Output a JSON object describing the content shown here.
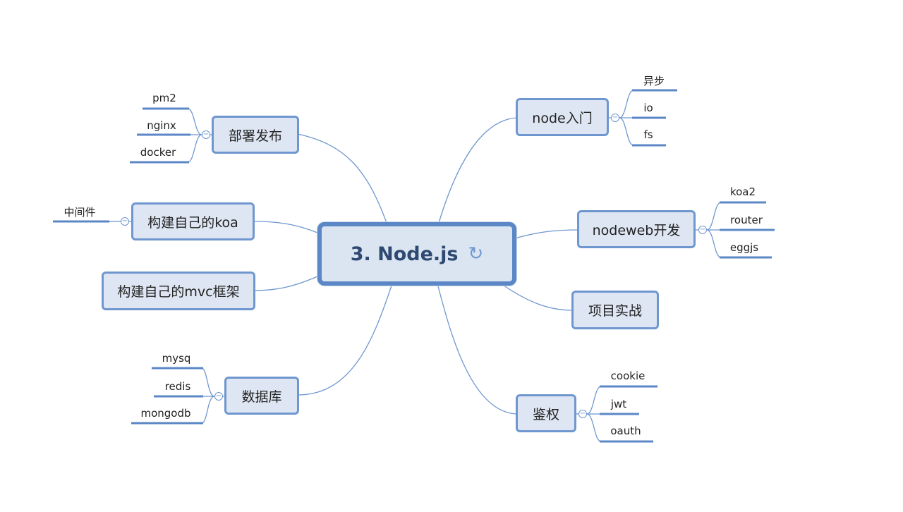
{
  "root": {
    "label": "3. Node.js",
    "icon": "refresh-icon"
  },
  "branches": {
    "deploy": {
      "label": "部署发布",
      "children": [
        "pm2",
        "nginx",
        "docker"
      ]
    },
    "koa": {
      "label": "构建自己的koa",
      "children": [
        "中间件"
      ]
    },
    "mvc": {
      "label": "构建自己的mvc框架",
      "children": []
    },
    "database": {
      "label": "数据库",
      "children": [
        "mysq",
        "redis",
        "mongodb"
      ]
    },
    "intro": {
      "label": "node入门",
      "children": [
        "异步",
        "io",
        "fs"
      ]
    },
    "web": {
      "label": "nodeweb开发",
      "children": [
        "koa2",
        "router",
        "eggjs"
      ]
    },
    "project": {
      "label": "项目实战",
      "children": []
    },
    "auth": {
      "label": "鉴权",
      "children": [
        "cookie",
        "jwt",
        "oauth"
      ]
    }
  },
  "collapse_symbol": "−",
  "colors": {
    "line": "#6f97cf",
    "node_fill": "#dde6f2",
    "root_border": "#5b87c6",
    "leaf_underline": "#5b87c6"
  }
}
